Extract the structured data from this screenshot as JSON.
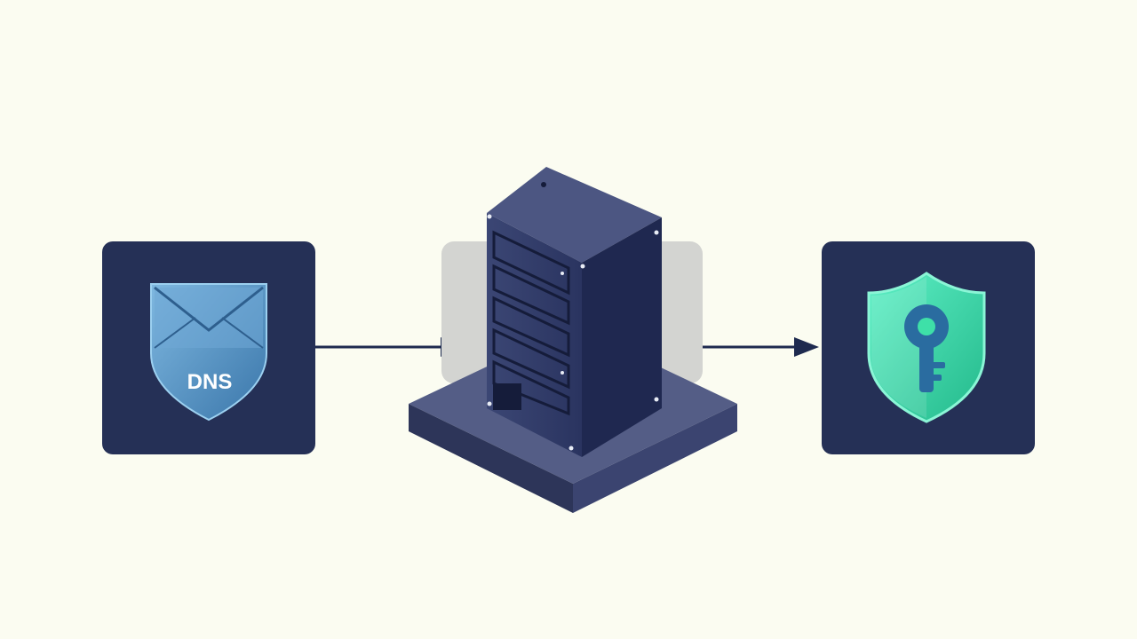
{
  "diagram": {
    "nodes": [
      {
        "id": "dns-mail-shield",
        "icon": "email-dns-shield-icon",
        "label": "DNS"
      },
      {
        "id": "server",
        "icon": "server-tower-icon"
      },
      {
        "id": "key-shield",
        "icon": "key-shield-icon"
      }
    ],
    "edges": [
      {
        "from": "dns-mail-shield",
        "to": "server",
        "style": "arrow"
      },
      {
        "from": "server",
        "to": "key-shield",
        "style": "arrow"
      }
    ]
  },
  "colors": {
    "background": "#fbfcf1",
    "panel": "#253056",
    "arrow": "#1e2a4f",
    "mail_shield": "#4c8dc0",
    "key_shield": "#3ee0a8",
    "server_body": "#2c3560",
    "server_platform": "#545d86"
  }
}
